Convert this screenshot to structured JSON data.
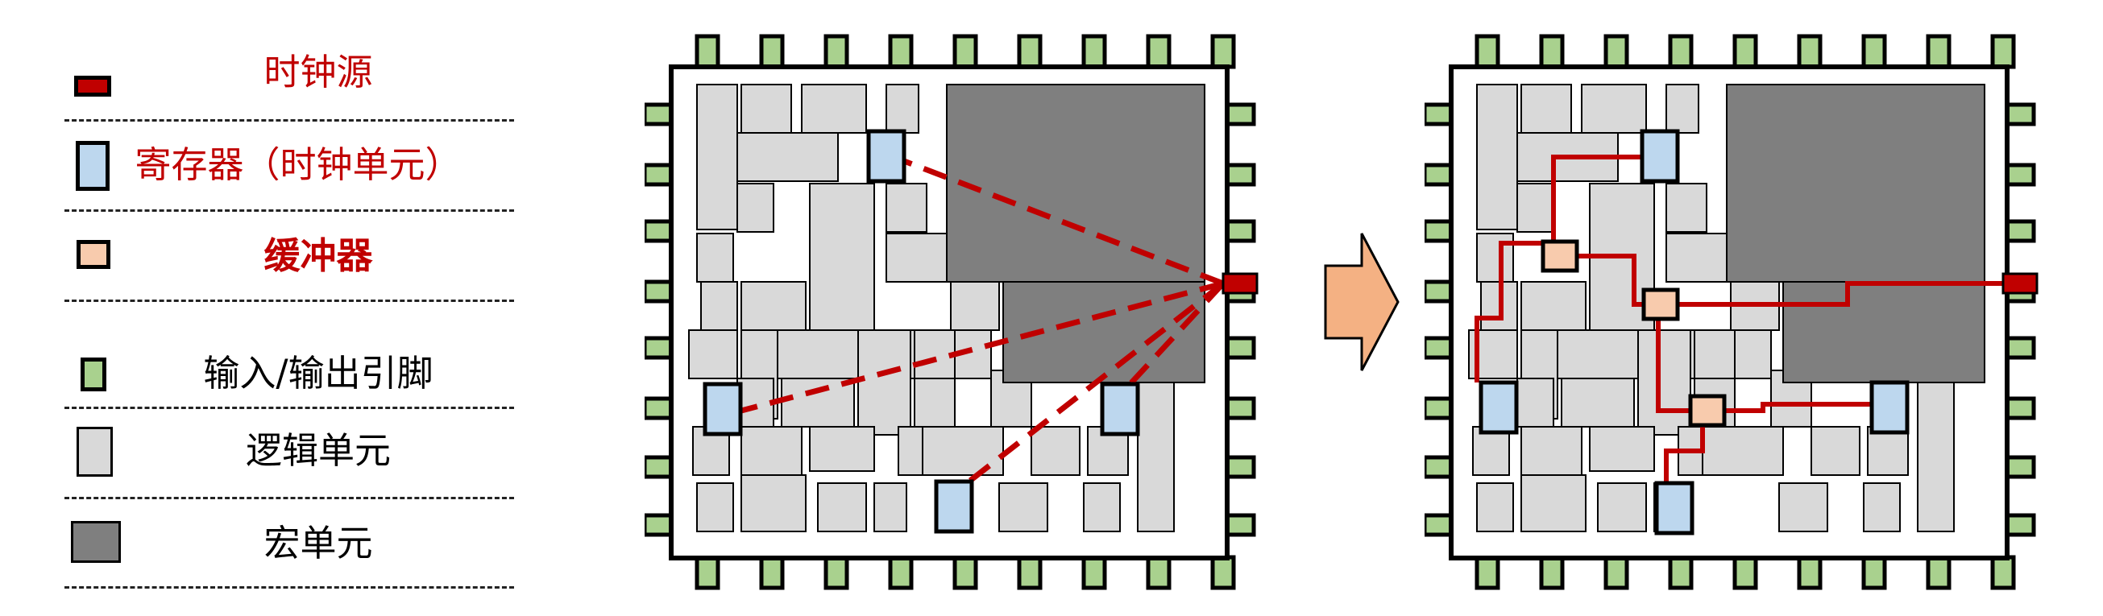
{
  "legend": {
    "clock_source": {
      "label": "时钟源",
      "icon": "clock-source-icon",
      "color": "#c00000",
      "label_color": "#c00000"
    },
    "register": {
      "label": "寄存器（时钟单元）",
      "icon": "register-icon",
      "color": "#bdd7ee",
      "label_color": "#c00000"
    },
    "buffer": {
      "label": "缓冲器",
      "icon": "buffer-icon",
      "color": "#f8cbad",
      "label_color": "#c00000",
      "bold": true
    },
    "io_pin": {
      "label": "输入/输出引脚",
      "icon": "io-pin-icon",
      "color": "#a9d18e",
      "label_color": "#000000"
    },
    "logic_cell": {
      "label": "逻辑单元",
      "icon": "logic-cell-icon",
      "color": "#d9d9d9",
      "label_color": "#000000"
    },
    "macro_cell": {
      "label": "宏单元",
      "icon": "macro-cell-icon",
      "color": "#7f7f7f",
      "label_color": "#000000"
    }
  },
  "diagrams": [
    {
      "name": "before-clock-tree",
      "connection": "direct-dashed"
    },
    {
      "name": "after-clock-tree",
      "connection": "buffered-tree"
    }
  ],
  "arrow": {
    "icon": "right-arrow-icon",
    "color": "#f4b183"
  },
  "colors": {
    "wire": "#c00000",
    "chip_border": "#000000"
  }
}
